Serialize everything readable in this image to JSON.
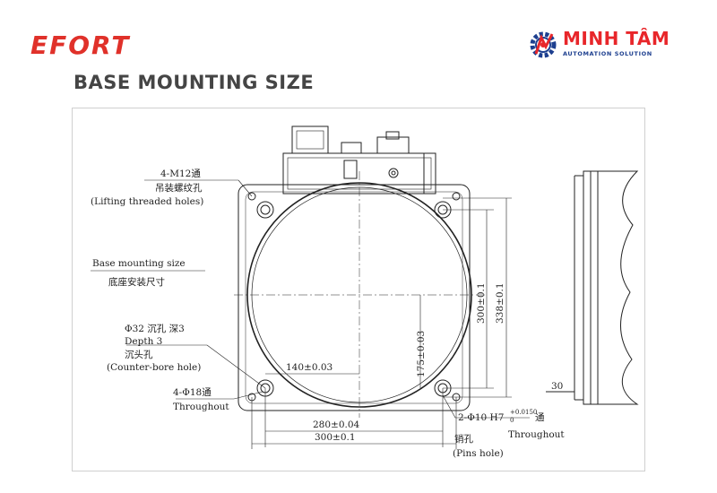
{
  "header": {
    "brand": "EFORT",
    "logo_name": "MINH TÂM",
    "logo_tagline": "AUTOMATION SOLUTION",
    "page_title": "BASE MOUNTING SIZE"
  },
  "drawing": {
    "lifting_holes": {
      "spec": "4-M12通",
      "name_cn": "吊装螺纹孔",
      "name_en": "(Lifting threaded holes)"
    },
    "base_mounting": {
      "name_en": "Base mounting size",
      "name_cn": "底座安装尺寸"
    },
    "counterbore": {
      "spec": "Φ32 沉孔 深3",
      "depth": "Depth 3",
      "name_cn": "沉头孔",
      "name_en": "(Counter-bore hole)"
    },
    "through_holes": {
      "spec": "4-Φ18通",
      "name_en": "Throughout"
    },
    "pin_holes": {
      "spec": "2-Φ10 H7",
      "tol_upper": "+0.0150",
      "tol_lower": "0",
      "suffix": "通",
      "throughout": "Throughout",
      "name_cn": "销孔",
      "name_en": "(Pins hole)"
    },
    "dimensions": {
      "d140": "140±0.03",
      "d175": "175±0.03",
      "d280": "280±0.04",
      "d300h": "300±0.1",
      "d300v": "300±0.1",
      "d338": "338±0.1",
      "d30": "30"
    }
  }
}
